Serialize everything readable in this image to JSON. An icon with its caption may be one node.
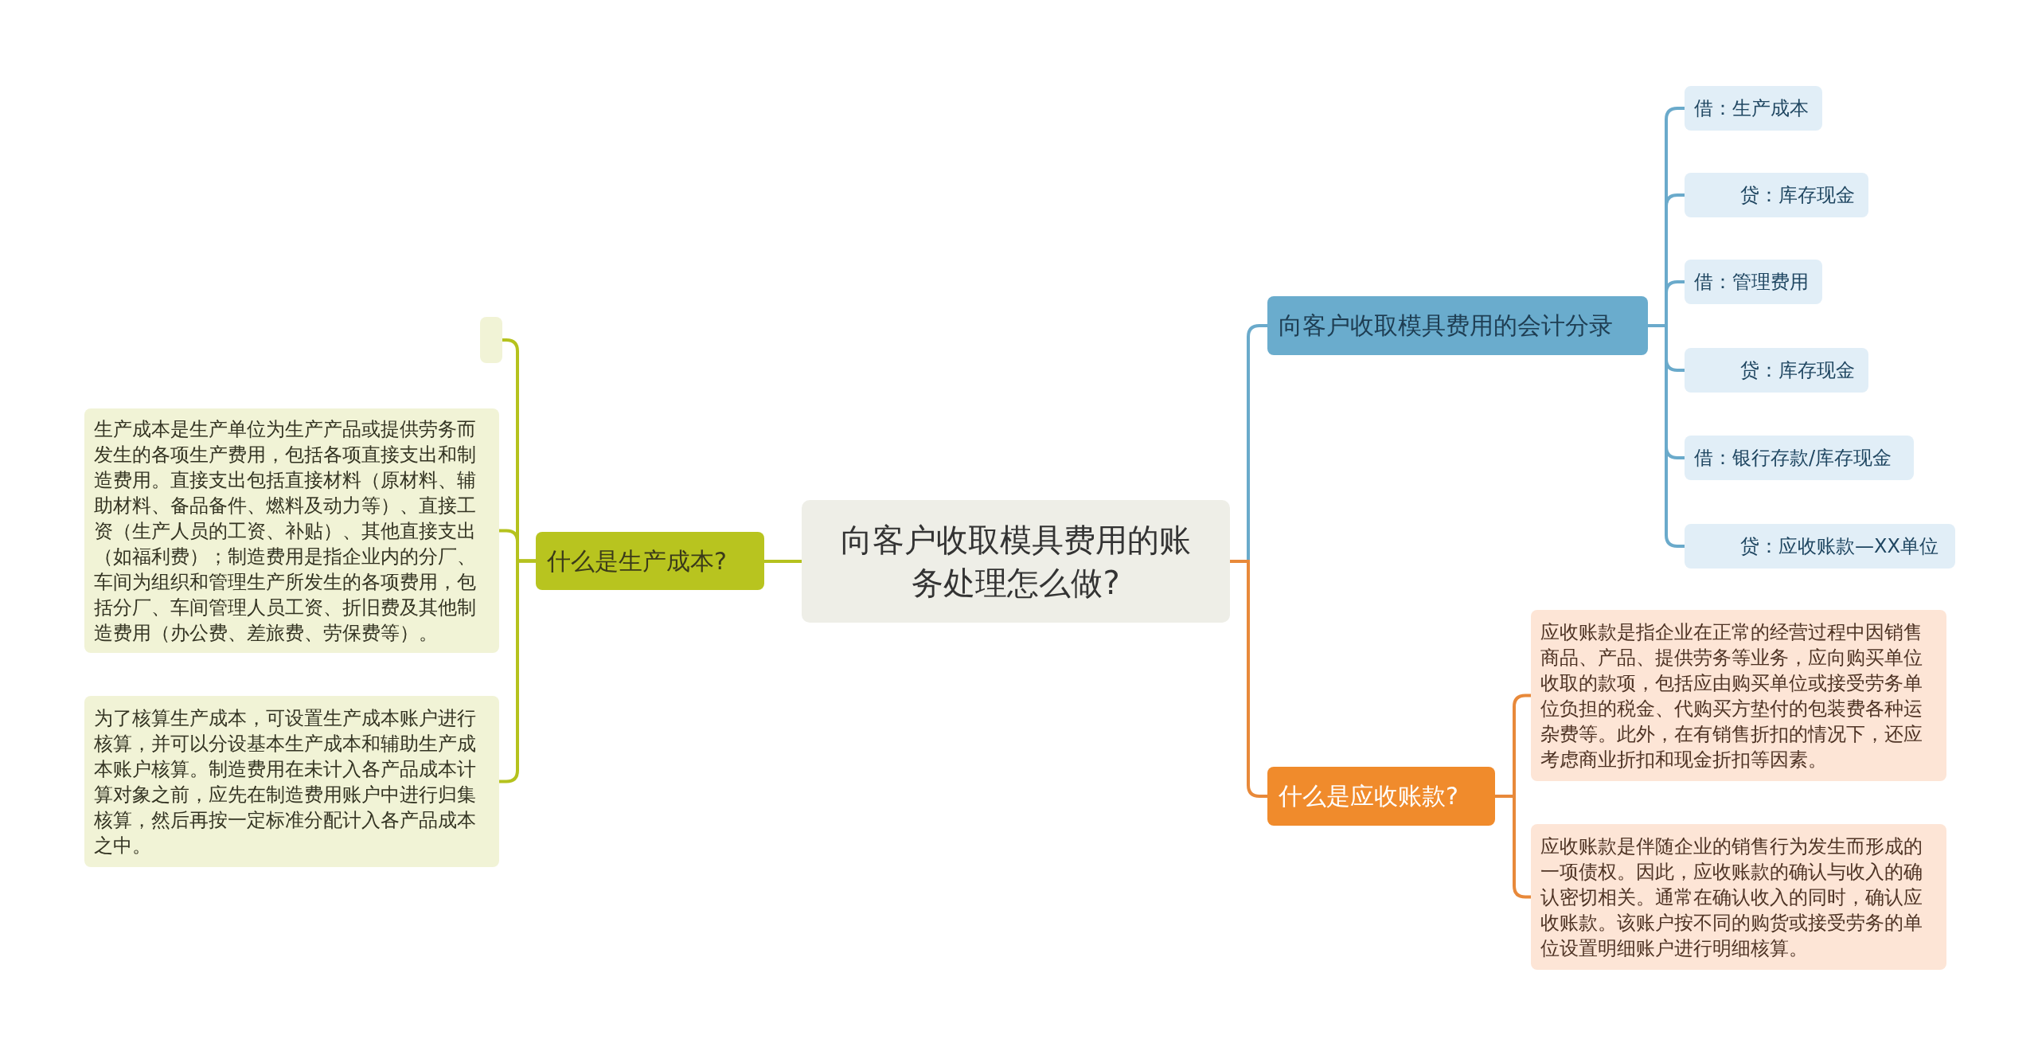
{
  "diagram": {
    "nodes": [
      {
        "text": [
          "向客户收取模具费用的账务处理怎么做?"
        ]
      },
      {
        "text": [
          "什么是生产成本?"
        ]
      },
      {
        "text": [],
        "shape": "box"
      },
      {
        "text": [
          "生产成本是生产单位为生产产品或提供劳务而发生的各项生产费用，包括各项直接支出和制造费用。直接支出包括直接材料（原材料、辅助材料、备品备件、燃料及动力等）、直接工资（生产人员的工资、补贴）、其他直接支出（如福利费）；制造费用是指企业内的分厂、车间为组织和管理生产所发生的各项费用，包括分厂、车间管理人员工资、折旧费及其他制造费用（办公费、差旅费、劳保费等）。"
        ]
      },
      {
        "text": [
          "为了核算生产成本，可设置生产成本账户进行核算，并可以分设基本生产成本和辅助生产成本账户核算。制造费用在未计入各产品成本计算对象之前，应先在制造费用账户中进行归集核算，然后再按一定标准分配计入各产品成本之中。"
        ]
      },
      {
        "text": [
          "向客户收取模具费用的会计分录"
        ]
      },
      {
        "text": [
          "借：生产成本"
        ]
      },
      {
        "text": [
          "贷：库存现金"
        ]
      },
      {
        "text": [
          "借：管理费用"
        ]
      },
      {
        "text": [
          "贷：库存现金"
        ]
      },
      {
        "text": [
          "借：银行存款/库存现金"
        ]
      },
      {
        "text": [
          "贷：应收账款—XX单位"
        ]
      },
      {
        "text": [
          "什么是应收账款?"
        ]
      },
      {
        "text": [
          "应收账款是指企业在正常的经营过程中因销售商品、产品、提供劳务等业务，应向购买单位收取的款项，包括应由购买单位或接受劳务单位负担的税金、代购买方垫付的包装费各种运杂费等。此外，在有销售折扣的情况下，还应考虑商业折扣和现金折扣等因素。"
        ]
      },
      {
        "text": [
          "应收账款是伴随企业的销售行为发生而形成的一项债权。因此，应收账款的确认与收入的确认密切相关。通常在确认收入的同时，确认应收账款。该账户按不同的购货或接受劳务的单位设置明细账户进行明细核算。"
        ]
      }
    ],
    "edges": [
      {
        "from": 0,
        "to": 1,
        "arrow": "none",
        "color": "#b5c21e"
      },
      {
        "from": 1,
        "to": 2,
        "arrow": "none",
        "color": "#b5c21e"
      },
      {
        "from": 1,
        "to": 3,
        "arrow": "none",
        "color": "#b5c21e"
      },
      {
        "from": 1,
        "to": 4,
        "arrow": "none",
        "color": "#b5c21e"
      },
      {
        "from": 0,
        "to": 5,
        "arrow": "none"
      },
      {
        "from": 5,
        "to": 6,
        "arrow": "none"
      },
      {
        "from": 5,
        "to": 7,
        "arrow": "none"
      },
      {
        "from": 5,
        "to": 8,
        "arrow": "none"
      },
      {
        "from": 5,
        "to": 9,
        "arrow": "none"
      },
      {
        "from": 5,
        "to": 10,
        "arrow": "none"
      },
      {
        "from": 5,
        "to": 11,
        "arrow": "none"
      },
      {
        "from": 0,
        "to": 12,
        "arrow": "none",
        "color": "#e8893a"
      },
      {
        "from": 12,
        "to": 13,
        "arrow": "none",
        "color": "#e8893a"
      },
      {
        "from": 12,
        "to": 14,
        "arrow": "none",
        "color": "#e8893a"
      }
    ]
  }
}
